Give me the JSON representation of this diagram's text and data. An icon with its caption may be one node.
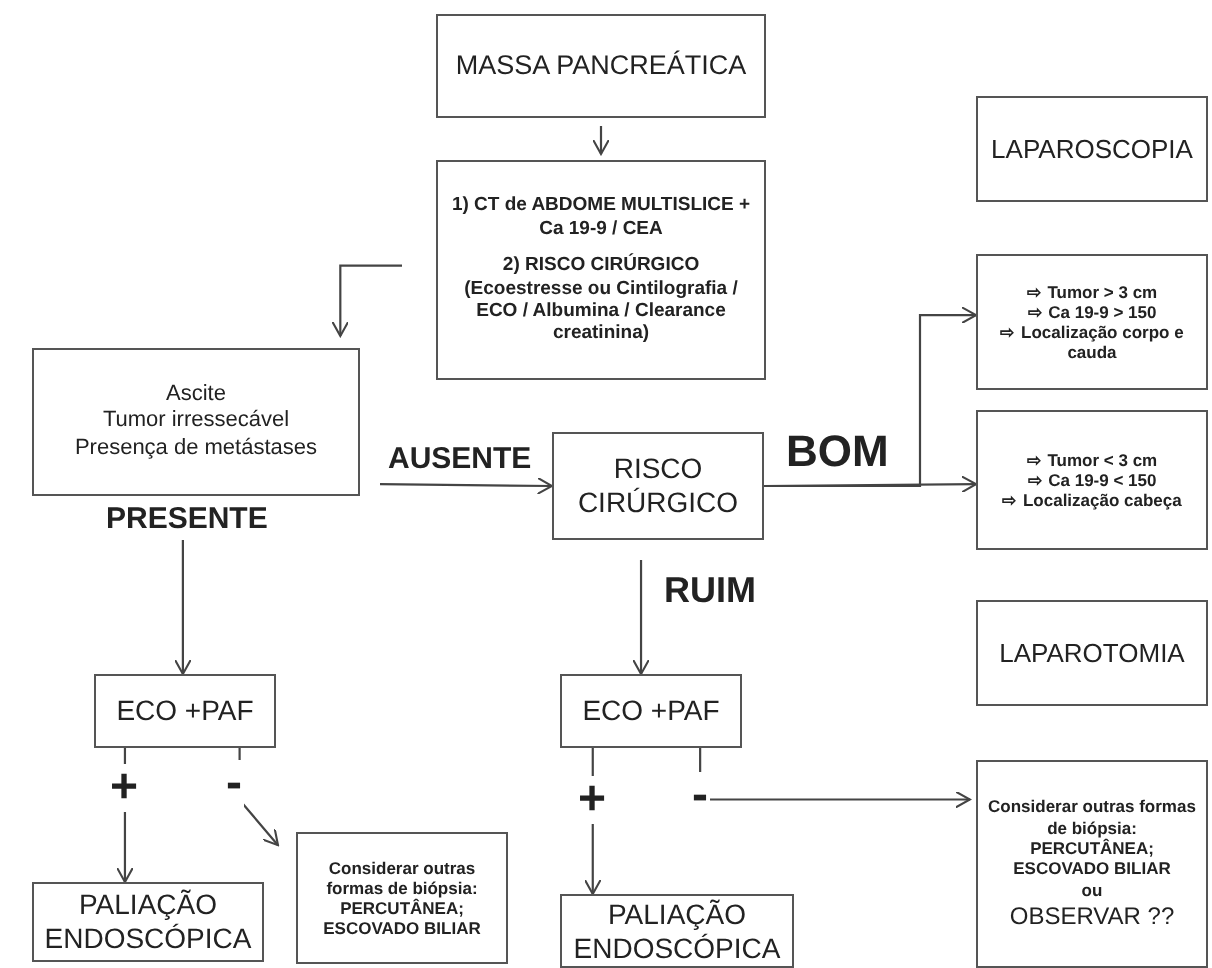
{
  "diagram": {
    "nodes": [
      {
        "text": [
          "MASSA PANCREÁTICA"
        ]
      },
      {
        "text": [
          "1) CT de ABDOME MULTISLICE + Ca 19-9 / CEA",
          "2) RISCO CIRÚRGICO (Ecoestresse ou Cintilografia / ECO / Albumina / Clearance creatinina)"
        ]
      },
      {
        "text": [
          "LAPAROSCOPIA"
        ]
      },
      {
        "text": [
          "Ascite",
          "Tumor irressecável",
          "Presença de metástases"
        ]
      },
      {
        "text": [
          "RISCO CIRÚRGICO"
        ]
      },
      {
        "text": [
          "⇨ Tumor > 3 cm",
          "⇨ Ca 19-9 > 150",
          "⇨ Localização corpo e cauda"
        ]
      },
      {
        "text": [
          "⇨ Tumor < 3 cm",
          "⇨ Ca 19-9 < 150",
          "⇨ Localização cabeça"
        ]
      },
      {
        "text": [
          "LAPAROTOMIA"
        ]
      },
      {
        "text": [
          "ECO +PAF"
        ]
      },
      {
        "text": [
          "ECO +PAF"
        ]
      },
      {
        "text": [
          "PALIAÇÃO ENDOSCÓPICA"
        ]
      },
      {
        "text": [
          "Considerar outras formas de biópsia: PERCUTÂNEA; ESCOVADO BILIAR"
        ]
      },
      {
        "text": [
          "PALIAÇÃO ENDOSCÓPICA"
        ]
      },
      {
        "text": [
          "Considerar outras formas de biópsia: PERCUTÂNEA; ESCOVADO BILIAR",
          "ou",
          "OBSERVAR ??"
        ]
      }
    ],
    "edges": [
      {
        "from": 0,
        "to": 1,
        "arrow": "to"
      },
      {
        "from": 1,
        "to": 3,
        "arrow": "to"
      },
      {
        "from": 3,
        "to": 4,
        "arrow": "to",
        "label": "AUSENTE"
      },
      {
        "from": 4,
        "to": 5,
        "arrow": "to"
      },
      {
        "from": 4,
        "to": 6,
        "arrow": "to",
        "label": "BOM"
      },
      {
        "from": 3,
        "to": 8,
        "arrow": "to",
        "label": "PRESENTE"
      },
      {
        "from": 4,
        "to": 9,
        "arrow": "to",
        "label": "RUIM"
      },
      {
        "from": 8,
        "to": 10,
        "arrow": "to",
        "label": "+"
      },
      {
        "from": 8,
        "to": 11,
        "arrow": "to",
        "label": "-"
      },
      {
        "from": 9,
        "to": 12,
        "arrow": "to",
        "label": "+"
      },
      {
        "from": 9,
        "to": 13,
        "arrow": "to",
        "label": "-"
      }
    ]
  }
}
